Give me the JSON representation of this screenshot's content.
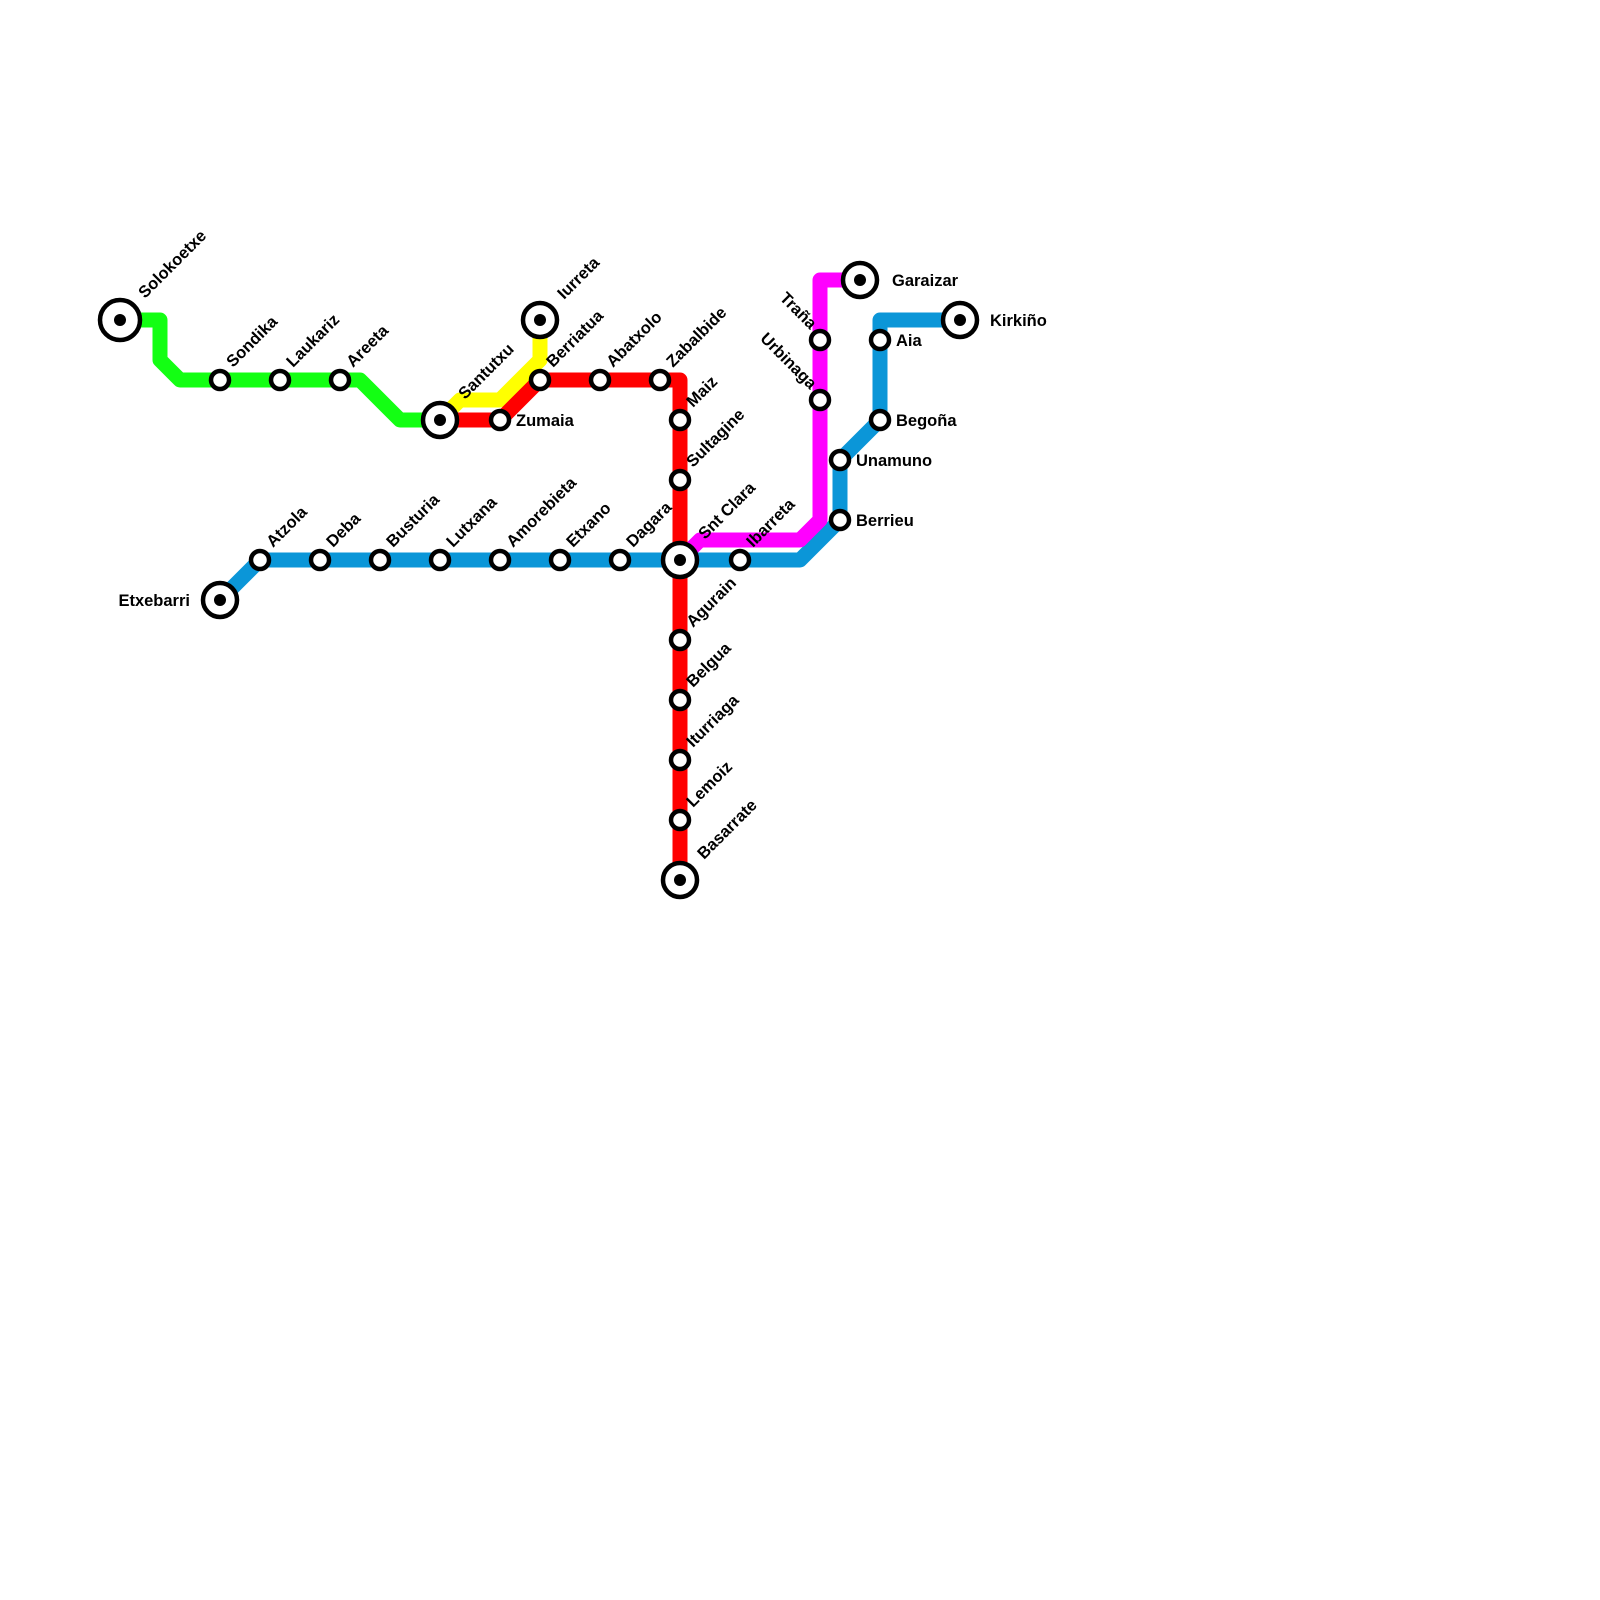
{
  "map": {
    "lines": [
      {
        "name": "green",
        "color": "#13ff13"
      },
      {
        "name": "yellow",
        "color": "#ffff00"
      },
      {
        "name": "red",
        "color": "#ff0000"
      },
      {
        "name": "blue",
        "color": "#0b96d8"
      },
      {
        "name": "magenta",
        "color": "#ff00ff"
      }
    ],
    "stations": {
      "solokoetxe": "Solokoetxe",
      "sondika": "Sondika",
      "laukariz": "Laukariz",
      "areeta": "Areeta",
      "santutxu": "Santutxu",
      "zumaia": "Zumaia",
      "iurreta": "Iurreta",
      "berriatua": "Berriatua",
      "abatxolo": "Abatxolo",
      "zabalbide": "Zabalbide",
      "maiz": "Maiz",
      "sultagine": "Sultagine",
      "snt_clara": "Snt Clara",
      "agurain": "Agurain",
      "belgua": "Belgua",
      "iturriaga": "Iturriaga",
      "lemoiz": "Lemoiz",
      "basarrate": "Basarrate",
      "etxebarri": "Etxebarri",
      "atzola": "Atzola",
      "deba": "Deba",
      "busturia": "Busturia",
      "lutxana": "Lutxana",
      "amorebieta": "Amorebieta",
      "etxano": "Etxano",
      "dagara": "Dagara",
      "ibarreta": "Ibarreta",
      "berrieu": "Berrieu",
      "unamuno": "Unamuno",
      "begona": "Begoña",
      "aia": "Aia",
      "kirkino": "Kirkiño",
      "urbinaga": "Urbinaga",
      "trana": "Traña",
      "garaizar": "Garaizar"
    }
  }
}
